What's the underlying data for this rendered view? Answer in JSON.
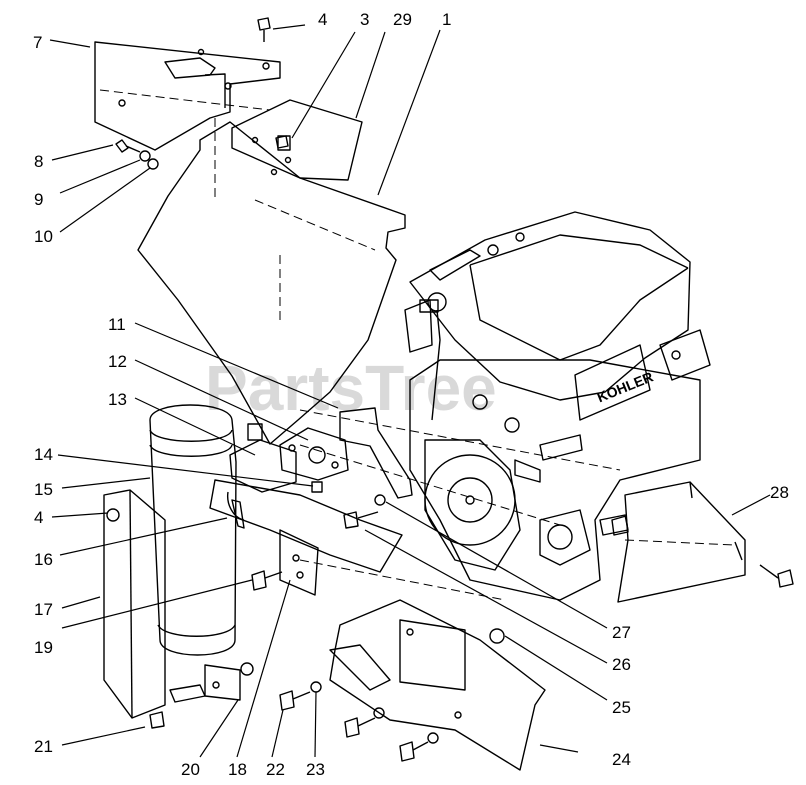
{
  "diagram": {
    "watermark": "PartsTree",
    "engine_brand": "KOHLER",
    "callouts": {
      "c1": "1",
      "c3": "3",
      "c4a": "4",
      "c29": "29",
      "c7": "7",
      "c8": "8",
      "c9": "9",
      "c10": "10",
      "c11": "11",
      "c12": "12",
      "c13": "13",
      "c14": "14",
      "c15": "15",
      "c4b": "4",
      "c16": "16",
      "c17": "17",
      "c19": "19",
      "c21": "21",
      "c20": "20",
      "c18": "18",
      "c22": "22",
      "c23": "23",
      "c24": "24",
      "c25": "25",
      "c26": "26",
      "c27": "27",
      "c28": "28"
    }
  }
}
